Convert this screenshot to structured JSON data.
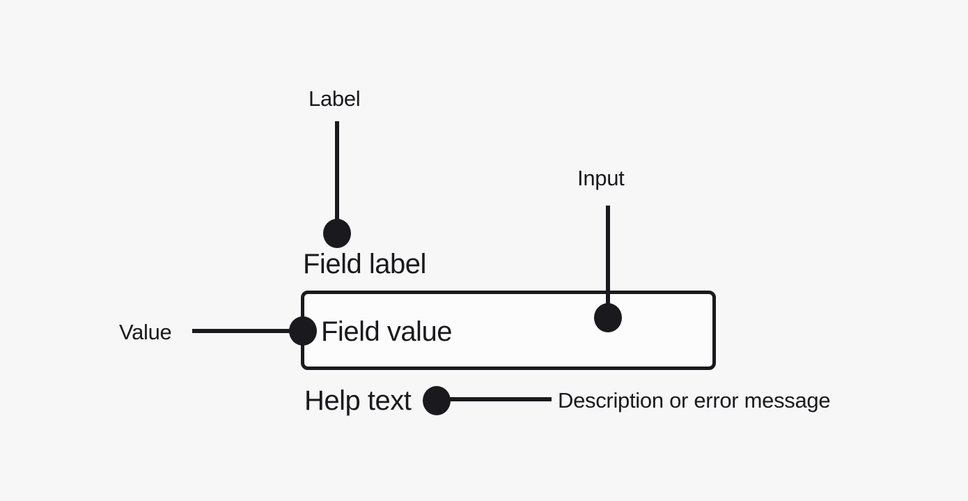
{
  "colors": {
    "background": "#f7f7f8",
    "ink": "#1a1a1e",
    "box_fill": "#fcfcfd"
  },
  "field": {
    "label": "Field label",
    "value": "Field value",
    "help_text": "Help text"
  },
  "annotations": {
    "label": "Label",
    "input": "Input",
    "value": "Value",
    "help_description": "Description or error message"
  },
  "icons": {
    "connector_dot": "filled-circle"
  }
}
